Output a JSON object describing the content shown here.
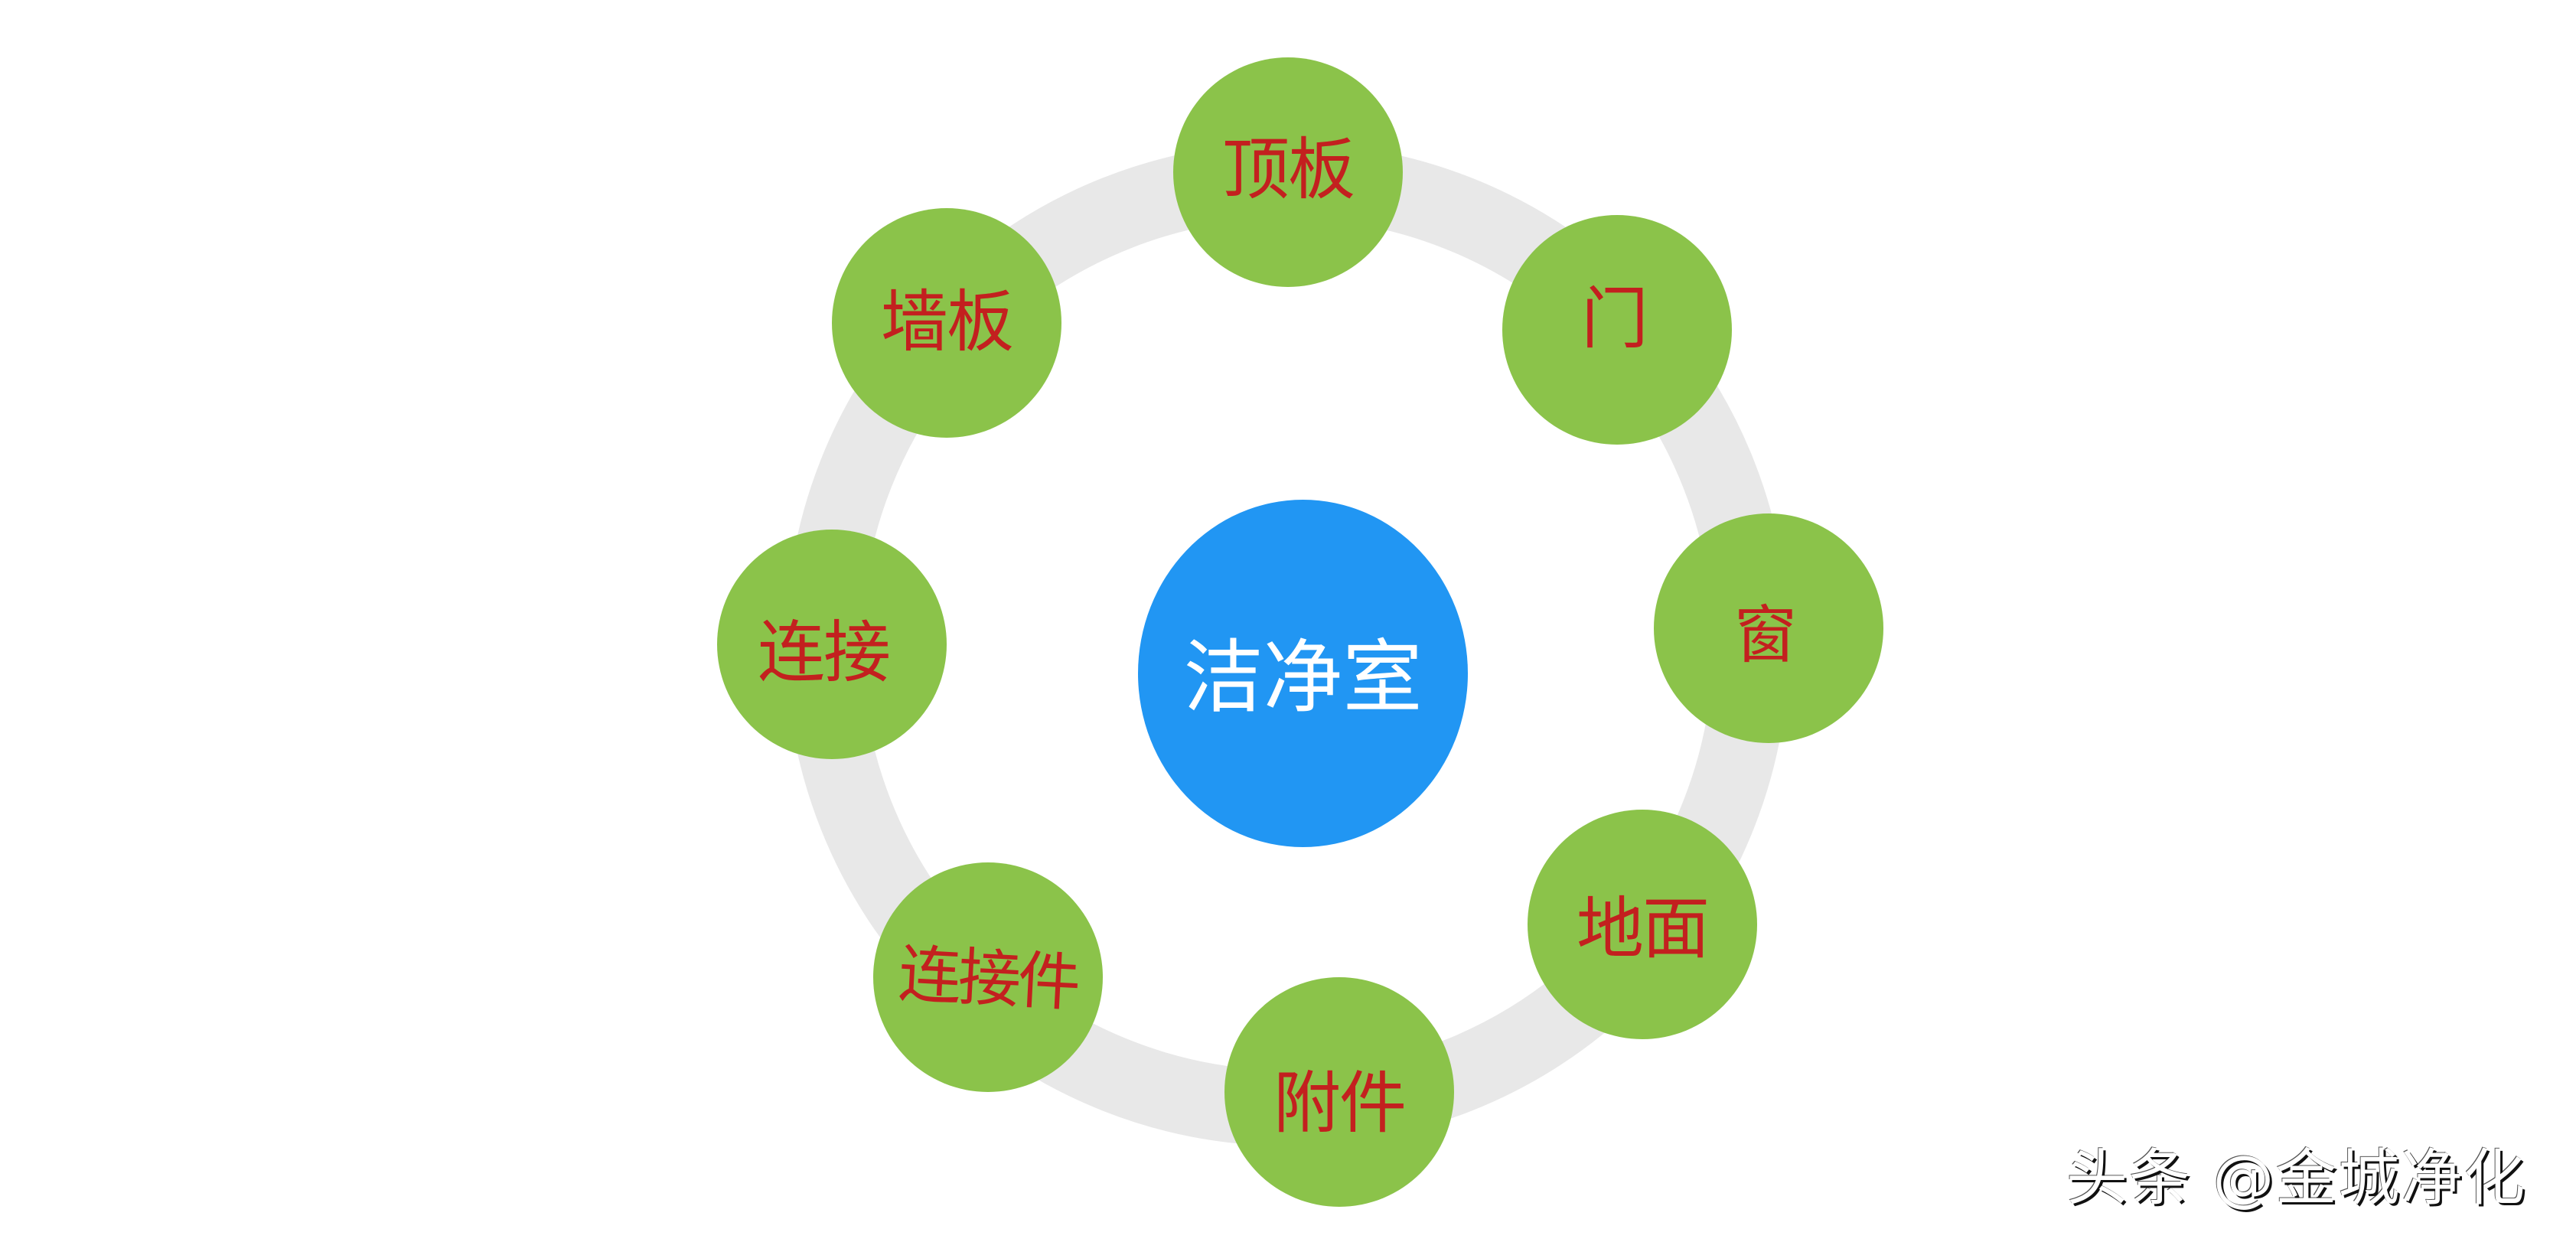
{
  "diagram": {
    "type": "hub-and-spoke ring",
    "center": {
      "label": "洁净室",
      "color": "#2196F3",
      "text_color": "#FFFFFF"
    },
    "ring_color": "#E8E8E8",
    "node_color": "#8BC34A",
    "node_text_color": "#C3201F",
    "nodes": [
      {
        "label": "顶板",
        "position": "top"
      },
      {
        "label": "门",
        "position": "top-right"
      },
      {
        "label": "窗",
        "position": "right"
      },
      {
        "label": "地面",
        "position": "bottom-right"
      },
      {
        "label": "附件",
        "position": "bottom"
      },
      {
        "label": "连接件",
        "position": "bottom-left"
      },
      {
        "label": "连接",
        "position": "left"
      },
      {
        "label": "墙板",
        "position": "top-left"
      }
    ]
  },
  "watermark": {
    "text": "头条 @金城净化"
  }
}
